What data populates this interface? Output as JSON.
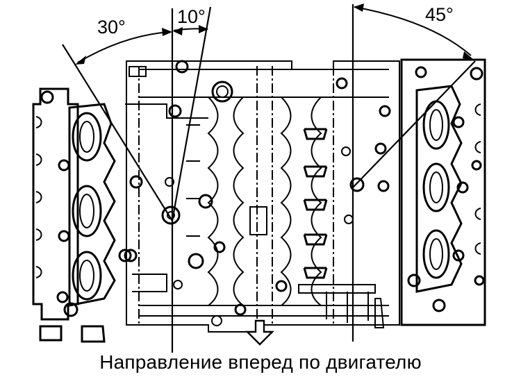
{
  "angles": [
    {
      "label": "30°",
      "value": 30
    },
    {
      "label": "10°",
      "value": 10
    },
    {
      "label": "45°",
      "value": 45
    }
  ],
  "caption": "Направление вперед по двигателю",
  "arrow_direction": "down"
}
